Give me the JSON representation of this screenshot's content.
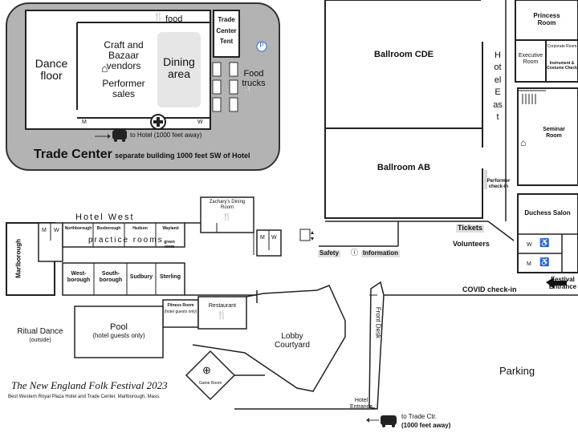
{
  "trade_center": {
    "title": "Trade Center",
    "subtitle": "separate building 1000 feet SW of Hotel",
    "dance_floor": "Dance floor",
    "craft_vendors": "Craft and Bazaar vendors",
    "performer_sales": "Performer sales",
    "dining_area": "Dining area",
    "food": "food",
    "trade_center_tent": "Trade Center Tent",
    "food_trucks": "Food trucks",
    "to_hotel": "to Hotel (1000 feet away)",
    "restroom_m": "M",
    "restroom_w": "W",
    "parking_badge": "P"
  },
  "hotel_west": {
    "label": "Hotel West",
    "practice_rooms": "practice rooms",
    "rooms_top": [
      "Northborough",
      "Boxborough",
      "Hudson",
      "Wayland"
    ],
    "green_room": "green room",
    "marlborough": "Marlborough",
    "rooms_bottom": [
      "West-borough",
      "South-borough",
      "Sudbury",
      "Sterling"
    ],
    "restroom_m": "M",
    "restroom_w": "W"
  },
  "zacharys": "Zachary's Dining Room",
  "ballroom_cde": "Ballroom CDE",
  "ballroom_ab": "Ballroom AB",
  "performer_checkin": "Performer check-in",
  "hotel_east": "Hotel East",
  "princess_room": "Princess Room",
  "executive_room": "Executive Room",
  "corporate_room": "Corporate Room",
  "instrument_check": "Instrument & Costume Check",
  "seminar_room": "Seminar Room",
  "duchess_salon": "Duchess Salon",
  "tickets": "Tickets",
  "volunteers": "Volunteers",
  "safety": "Safety",
  "information": "Information",
  "covid_checkin": "COVID check-in",
  "festival_entrance": "Festival Entrance",
  "front_desk": "Front Desk",
  "fitness_room": "Fitness Room",
  "fitness_note": "(hotel guests only)",
  "restaurant": "Restaurant",
  "pool": "Pool",
  "pool_note": "(hotel guests only)",
  "ritual_dance": "Ritual Dance",
  "ritual_note": "(outside)",
  "lobby_courtyard": "Lobby Courtyard",
  "game_room": "Game Room",
  "parking": "Parking",
  "hotel_entrance": "Hotel Entrance",
  "to_trade_ctr": "to Trade Ctr.",
  "to_trade_distance": "(1000 feet away)",
  "festival_title": "The New England Folk Festival 2023",
  "festival_subtitle": "Best Western Royal Plaza Hotel and Trade Center, Marlborough, Mass.",
  "restroom_m": "M",
  "restroom_w": "W"
}
